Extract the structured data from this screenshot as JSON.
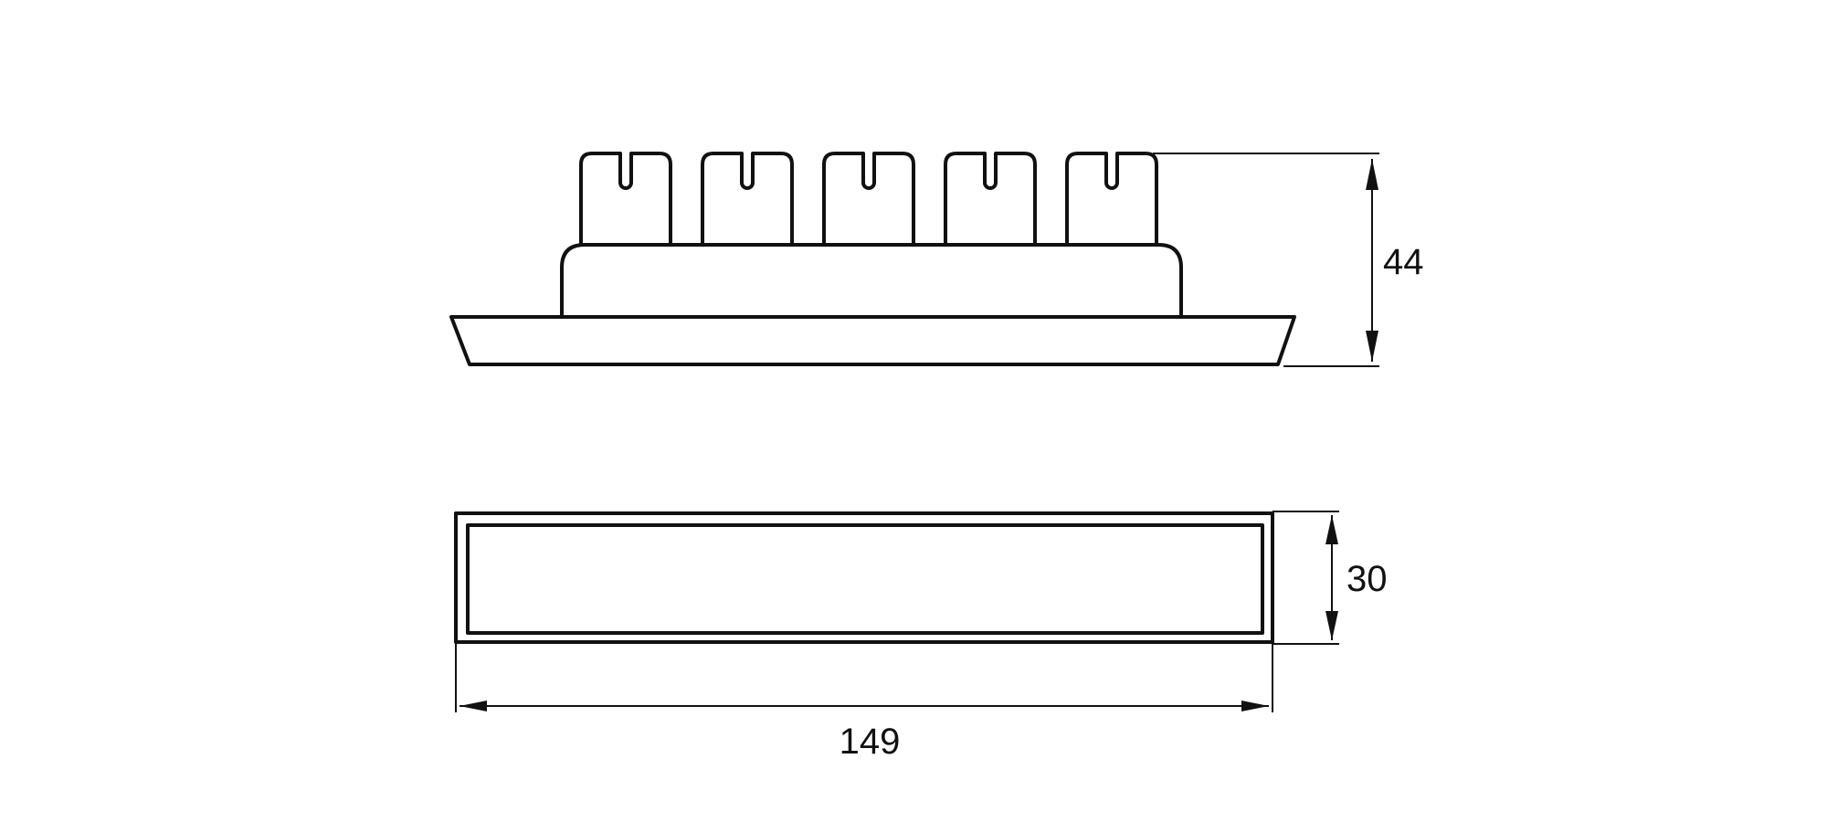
{
  "drawing": {
    "dimensions": {
      "height": "44",
      "depth": "30",
      "width": "149"
    },
    "views": {
      "side_view_teeth_count": 5
    },
    "colors": {
      "line": "#111111",
      "background": "#ffffff"
    }
  }
}
